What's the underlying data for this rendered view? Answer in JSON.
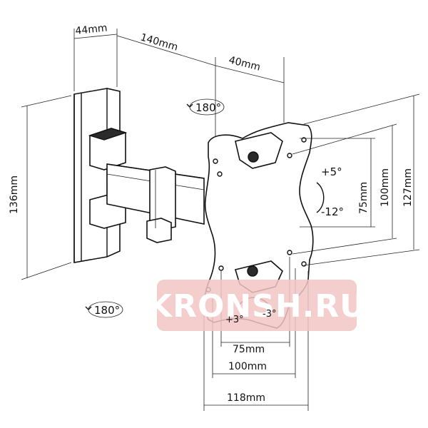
{
  "dimensions": {
    "depth_plate": "44mm",
    "arm_length": "140mm",
    "plate_offset": "40mm",
    "wall_plate_height": "136mm",
    "vesa_height_outer": "127mm",
    "vesa_height_100": "100mm",
    "vesa_height_75": "75mm",
    "vesa_width_75": "75mm",
    "vesa_width_100": "100mm",
    "vesa_width_118": "118mm"
  },
  "angles": {
    "rotation_top": "180°",
    "rotation_bottom": "180°",
    "tilt_up": "+5°",
    "tilt_down": "-12°",
    "swivel_left": "+3°",
    "swivel_right": "-3°"
  },
  "watermark": {
    "text": "KRONSH.RU",
    "color": "#f2c4c4"
  }
}
